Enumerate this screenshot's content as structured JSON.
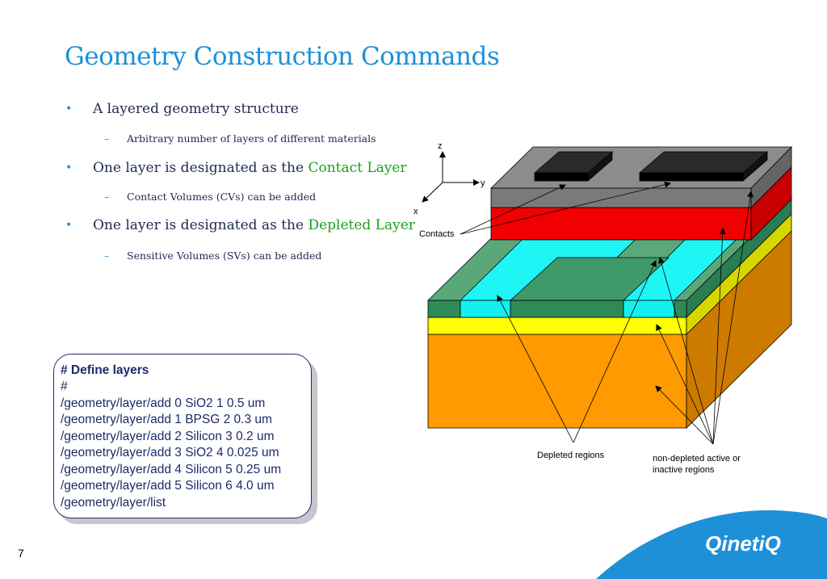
{
  "slide": {
    "title": "Geometry Construction Commands",
    "page_number": "7",
    "bullets": [
      {
        "pre": "A layered geometry structure",
        "hl": "",
        "sub": "Arbitrary number of layers of different materials"
      },
      {
        "pre": "One layer is designated as the ",
        "hl": "Contact Layer",
        "sub": "Contact Volumes (CVs) can be added"
      },
      {
        "pre": "One layer is designated as the ",
        "hl": "Depleted Layer",
        "sub": "Sensitive Volumes (SVs) can be added"
      }
    ],
    "highlight_color": "#1aa31a"
  },
  "code": {
    "lines": [
      "# Define layers",
      "#",
      "/geometry/layer/add 0 SiO2 1 0.5 um",
      "/geometry/layer/add 1 BPSG 2 0.3 um",
      "/geometry/layer/add 2 Silicon 3 0.2 um",
      "/geometry/layer/add 3 SiO2 4 0.025 um",
      "/geometry/layer/add 4 Silicon 5 0.25 um",
      "/geometry/layer/add 5 Silicon 6 4.0 um",
      "/geometry/layer/list"
    ]
  },
  "diagram": {
    "axis_z": "z",
    "axis_y": "y",
    "axis_x": "x",
    "label_contacts": "Contacts",
    "label_depleted": "Depleted regions",
    "label_nondepleted_1": "non-depleted active or",
    "label_nondepleted_2": "inactive regions",
    "colors": {
      "oxide_grey": "#8c8c8c",
      "bpsg_red": "#f00000",
      "silicon_green": "#2e8b57",
      "depleted_cyan": "#14f0f0",
      "thin_yellow": "#ffff00",
      "bulk_orange": "#ff9a00"
    }
  },
  "brand": {
    "logo": "QinetiQ",
    "color": "#1e90d8"
  }
}
